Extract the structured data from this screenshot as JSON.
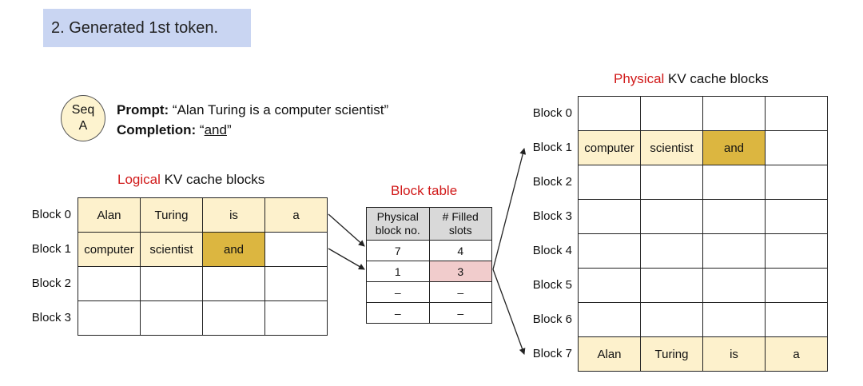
{
  "title": "2. Generated 1st token.",
  "sequence": {
    "circle_line1": "Seq",
    "circle_line2": "A",
    "prompt_label": "Prompt:",
    "prompt_text": "“Alan Turing is a computer scientist”",
    "completion_label": "Completion:",
    "completion_open": "“",
    "completion_word": "and",
    "completion_close": "”"
  },
  "logical": {
    "heading_highlight": "Logical",
    "heading_rest": " KV cache blocks",
    "rows": [
      {
        "label": "Block 0",
        "cells": [
          "Alan",
          "Turing",
          "is",
          "a"
        ]
      },
      {
        "label": "Block 1",
        "cells": [
          "computer",
          "scientist",
          "and",
          ""
        ]
      },
      {
        "label": "Block 2",
        "cells": [
          "",
          "",
          "",
          ""
        ]
      },
      {
        "label": "Block 3",
        "cells": [
          "",
          "",
          "",
          ""
        ]
      }
    ]
  },
  "block_table": {
    "heading": "Block table",
    "headers": [
      "Physical block no.",
      "# Filled slots"
    ],
    "rows": [
      [
        "7",
        "4"
      ],
      [
        "1",
        "3"
      ],
      [
        "–",
        "–"
      ],
      [
        "–",
        "–"
      ]
    ]
  },
  "physical": {
    "heading_highlight": "Physical",
    "heading_rest": " KV cache blocks",
    "rows": [
      {
        "label": "Block 0",
        "cells": [
          "",
          "",
          "",
          ""
        ]
      },
      {
        "label": "Block 1",
        "cells": [
          "computer",
          "scientist",
          "and",
          ""
        ]
      },
      {
        "label": "Block 2",
        "cells": [
          "",
          "",
          "",
          ""
        ]
      },
      {
        "label": "Block 3",
        "cells": [
          "",
          "",
          "",
          ""
        ]
      },
      {
        "label": "Block 4",
        "cells": [
          "",
          "",
          "",
          ""
        ]
      },
      {
        "label": "Block 5",
        "cells": [
          "",
          "",
          "",
          ""
        ]
      },
      {
        "label": "Block 6",
        "cells": [
          "",
          "",
          "",
          ""
        ]
      },
      {
        "label": "Block 7",
        "cells": [
          "Alan",
          "Turing",
          "is",
          "a"
        ]
      }
    ]
  },
  "colors": {
    "title_bg": "#c9d5f2",
    "filled_token": "#fdf1cc",
    "new_token": "#dcb640",
    "updated_slot": "#f1cccc",
    "highlight_text": "#d11a1a"
  }
}
